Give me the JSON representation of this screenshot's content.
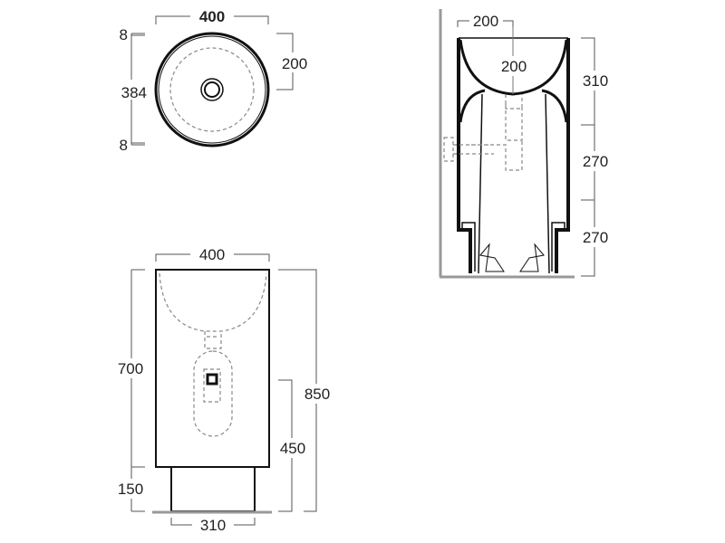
{
  "top_view": {
    "width": "400",
    "offset_top": "8",
    "inner": "384",
    "offset_bottom": "8",
    "radius": "200"
  },
  "front_view": {
    "width": "400",
    "bowl_height": "700",
    "base_height": "150",
    "total_height": "850",
    "drain_height": "450",
    "base_width": "310"
  },
  "side_view": {
    "width": "200",
    "depth": "200",
    "h_upper": "310",
    "h_middle": "270",
    "h_lower": "270"
  }
}
